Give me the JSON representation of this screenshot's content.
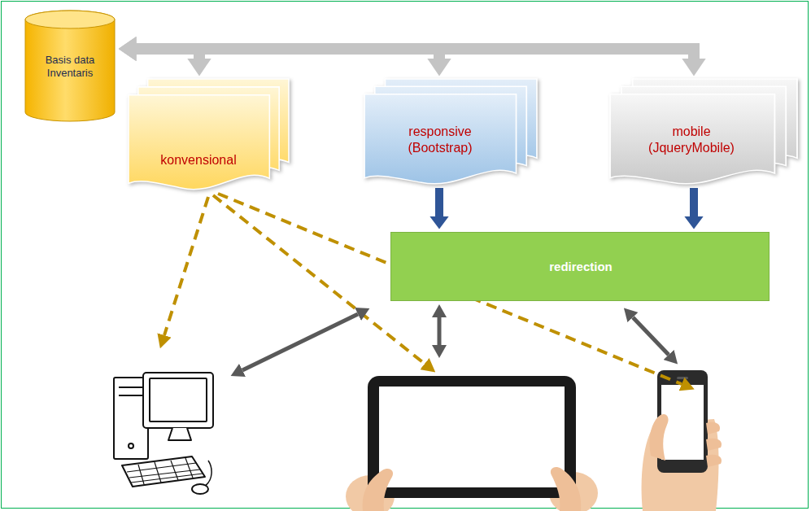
{
  "diagram": {
    "nodes": [
      {
        "text": [
          "Basis data Inventaris"
        ]
      },
      {
        "text": [
          "konvensional"
        ]
      },
      {
        "text": [
          "responsive (Bootstrap)"
        ]
      },
      {
        "text": [
          "mobile (JqueryMobile)"
        ]
      },
      {
        "text": [
          "redirection"
        ]
      }
    ],
    "edges": [
      {
        "from": 0,
        "to": 1,
        "arrow": "both"
      },
      {
        "from": 0,
        "to": 2,
        "arrow": "both"
      },
      {
        "from": 0,
        "to": 3,
        "arrow": "both"
      },
      {
        "from": 2,
        "to": 4,
        "arrow": "to"
      },
      {
        "from": 3,
        "to": 4,
        "arrow": "to"
      }
    ]
  }
}
